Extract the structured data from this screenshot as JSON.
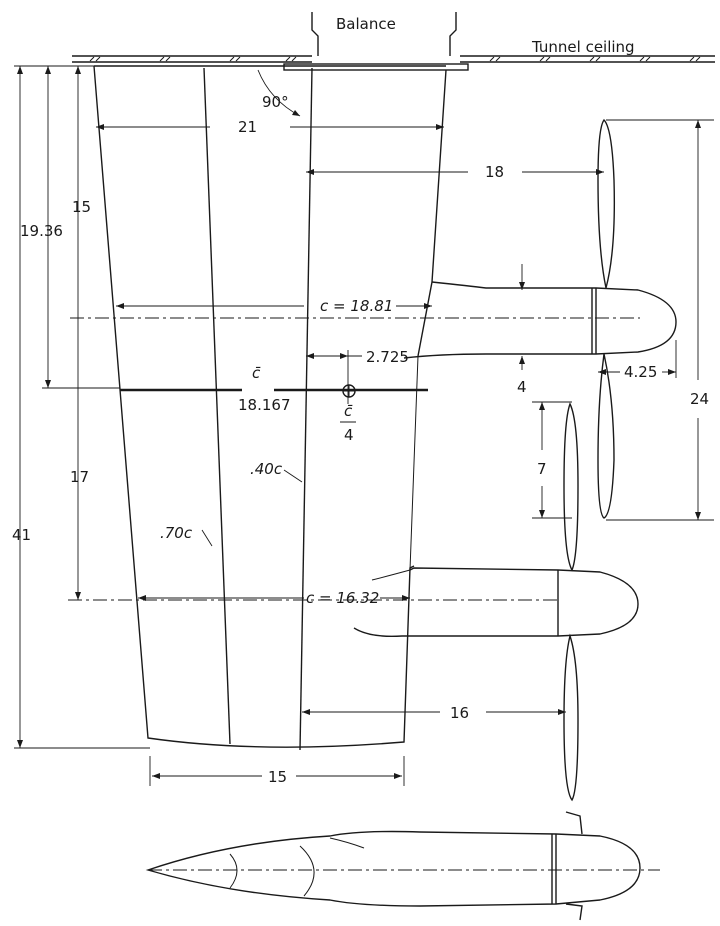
{
  "labels": {
    "balance": "Balance",
    "tunnel_ceiling": "Tunnel ceiling",
    "angle": "90°",
    "span_21": "21",
    "dim_18": "18",
    "dim_15_upper": "15",
    "dim_19_36": "19.36",
    "chord_root": "c = 18.81",
    "mac_symbol": "c̄",
    "mac_value": "18.167",
    "dim_2_725": "2.725",
    "quarter_mac_num": "c̄",
    "quarter_mac_den": "4",
    "dim_4": "4",
    "dim_4_25": "4.25",
    "dim_24": "24",
    "dim_7": "7",
    "dim_17": "17",
    "dim_41": "41",
    "pct_40": ".40c",
    "pct_70": ".70c",
    "chord_outboard": "c = 16.32",
    "dim_16": "16",
    "dim_15_lower": "15"
  }
}
